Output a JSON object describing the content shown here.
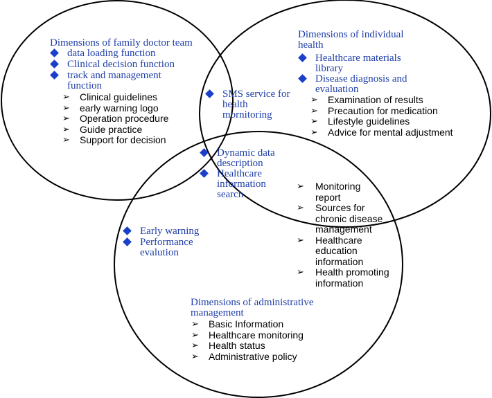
{
  "circles": {
    "top_left": {
      "title": "Dimensions of family doctor team",
      "bullets": [
        "data loading function",
        "Clinical decision function",
        "track and management function"
      ],
      "items": [
        "Clinical guidelines",
        "early warning logo",
        "Operation procedure",
        "Guide practice",
        "Support for decision"
      ]
    },
    "top_right": {
      "title": "Dimensions of individual health",
      "bullets": [
        "Healthcare materials library",
        "Disease diagnosis and evaluation"
      ],
      "items": [
        "Examination of results",
        "Precaution for medication",
        "Lifestyle guidelines",
        "Advice for mental adjustment"
      ]
    },
    "bottom": {
      "title": "Dimensions of administrative management",
      "items": [
        "Basic Information",
        "Healthcare monitoring",
        "Health status",
        "Administrative policy"
      ]
    }
  },
  "overlaps": {
    "top_pair": [
      "SMS service for health mornitoring"
    ],
    "center": [
      "Dynamic data description",
      "Healthcare information search"
    ],
    "left_bottom": [
      "Early warning",
      "Performance evalution"
    ],
    "right_bottom": [
      "Monitoring report",
      "Sources for chronic disease management",
      "Healthcare education information",
      "Health promoting information"
    ]
  },
  "colors": {
    "title_blue": "#1f3fa8",
    "diamond_blue": "#1a3fc9",
    "outline": "#000000"
  },
  "icons": {
    "diamond": "diamond-bullet-icon",
    "arrow": "arrow-bullet-icon"
  }
}
